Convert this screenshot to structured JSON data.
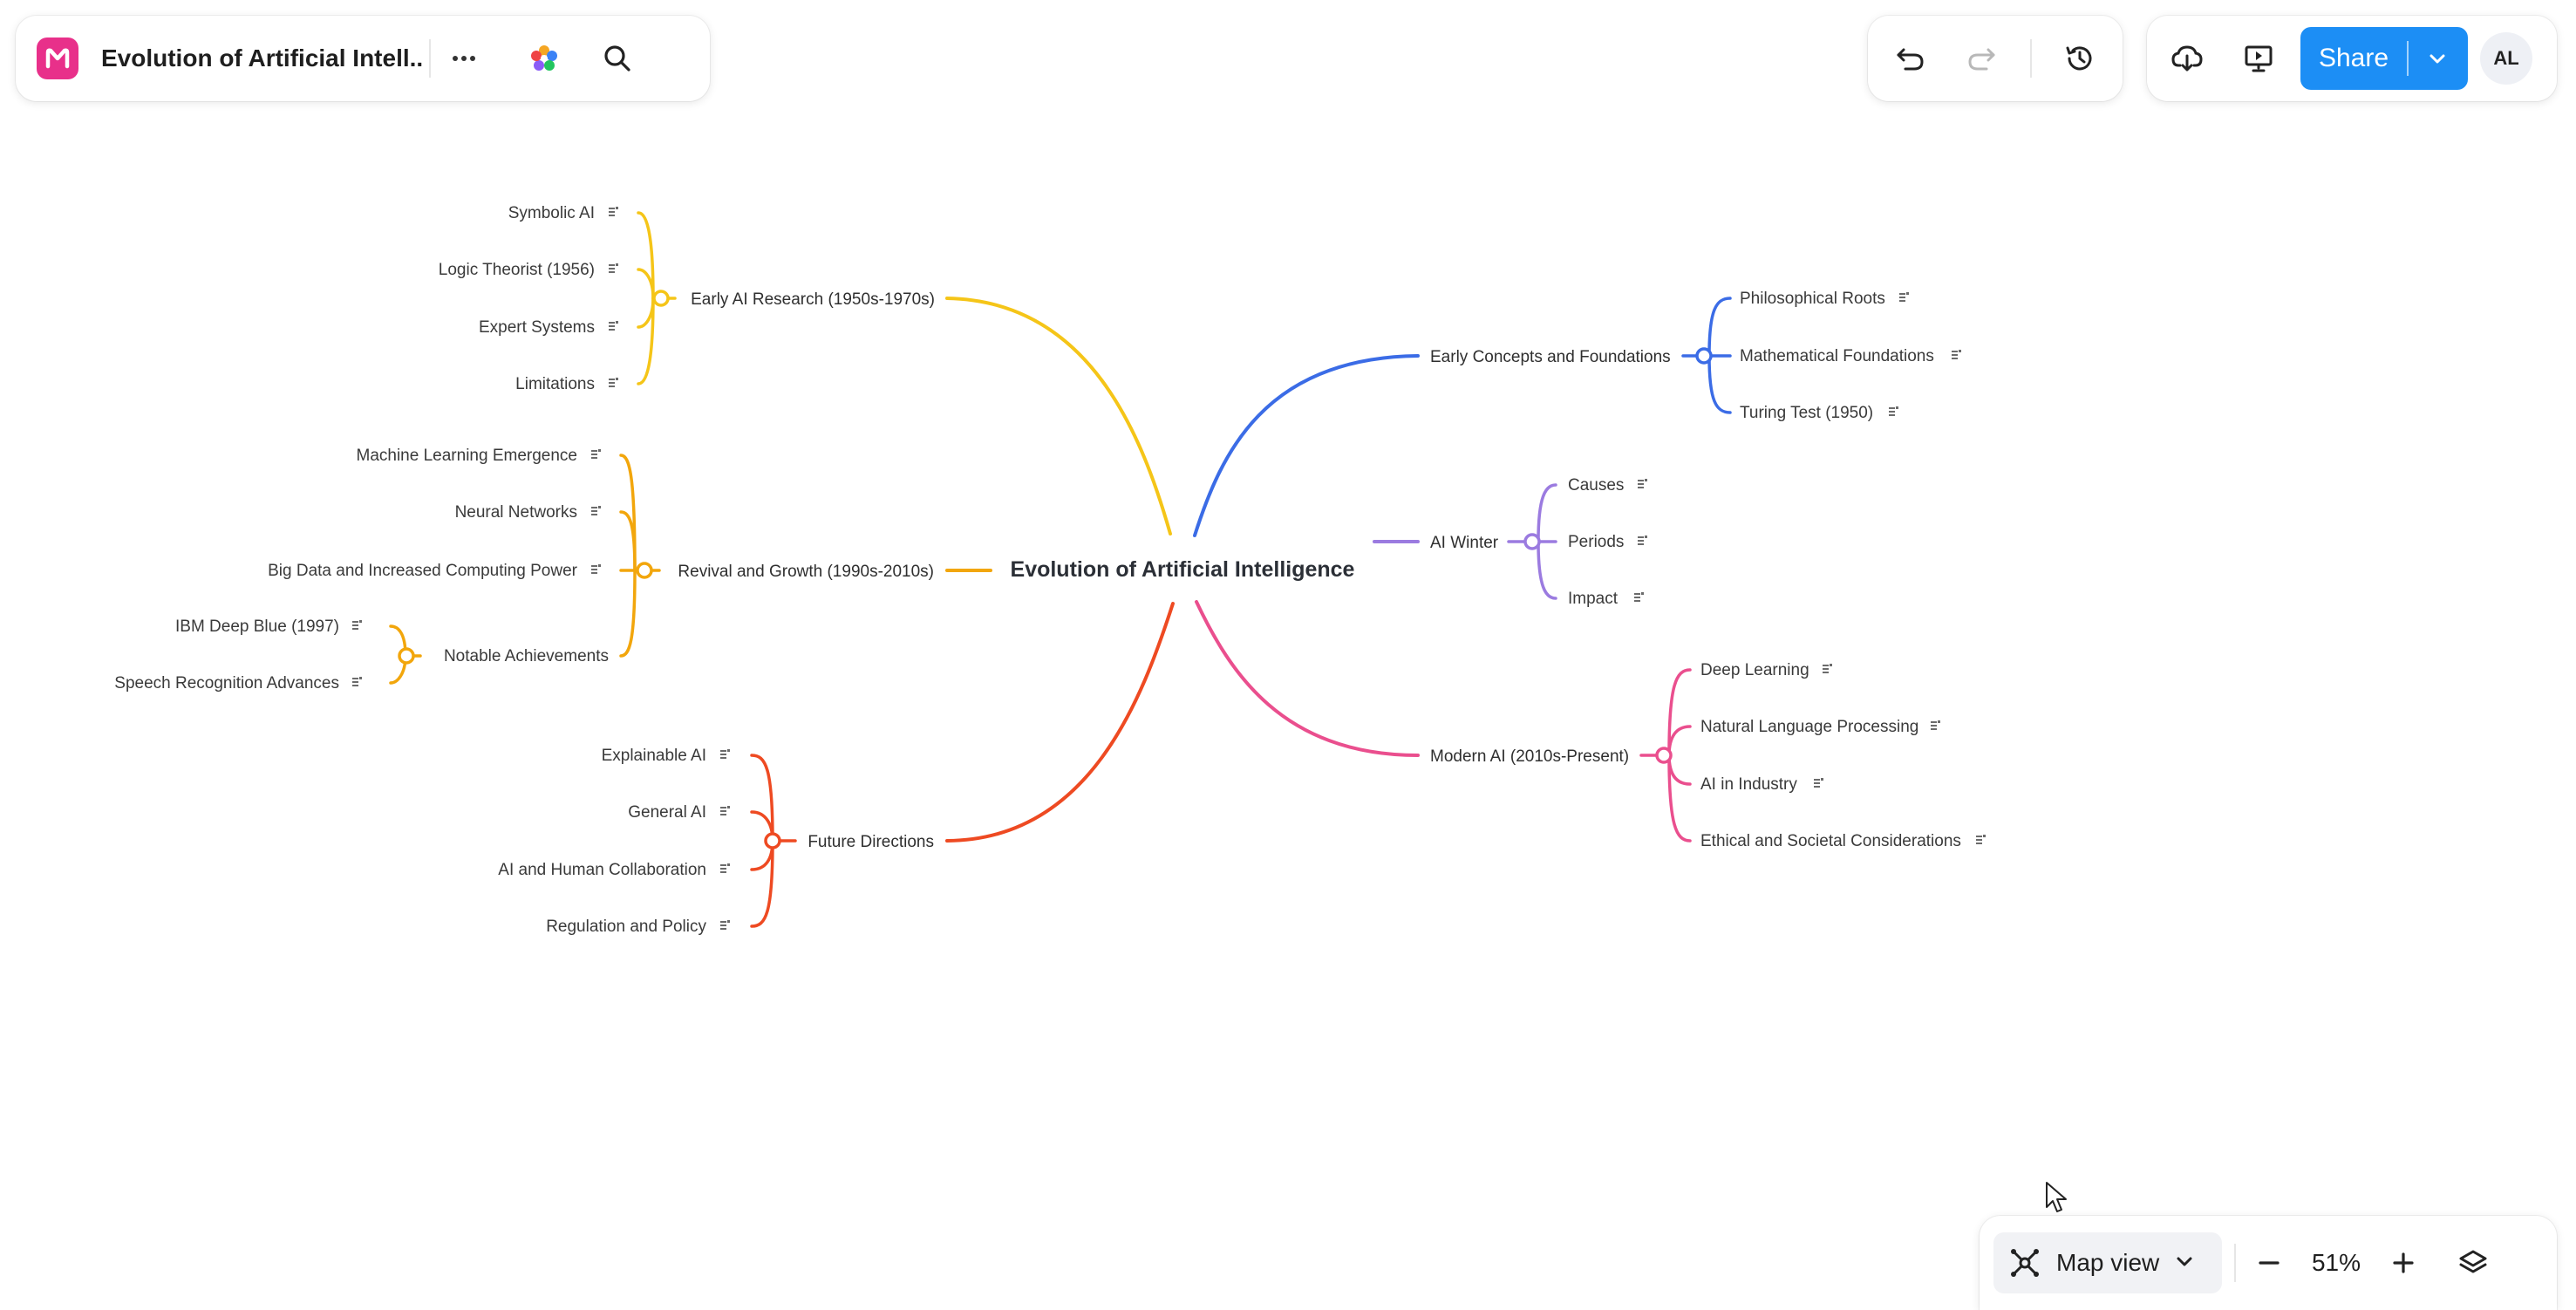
{
  "header": {
    "title": "Evolution of Artificial Intell...",
    "brand_color": "#e8308a"
  },
  "toolbar": {
    "share_label": "Share",
    "avatar_initials": "AL",
    "share_color": "#1c8ef5"
  },
  "bottom_bar": {
    "view_label": "Map view",
    "zoom_level": "51%"
  },
  "mindmap": {
    "root": "Evolution of Artificial Intelligence",
    "branches": [
      {
        "label": "Early AI Research (1950s-1970s)",
        "color": "#f5c518",
        "children": [
          "Symbolic AI",
          "Logic Theorist (1956)",
          "Expert Systems",
          "Limitations"
        ]
      },
      {
        "label": "Revival and Growth (1990s-2010s)",
        "color": "#f2a60c",
        "children": [
          "Machine Learning Emergence",
          "Neural Networks",
          "Big Data and Increased Computing Power",
          "Notable Achievements"
        ],
        "subchildren": [
          "IBM Deep Blue (1997)",
          "Speech Recognition Advances"
        ]
      },
      {
        "label": "Future Directions",
        "color": "#ee4a22",
        "children": [
          "Explainable AI",
          "General AI",
          "AI and Human Collaboration",
          "Regulation and Policy"
        ]
      },
      {
        "label": "Early Concepts and Foundations",
        "color": "#3b6ce6",
        "children": [
          "Philosophical Roots",
          "Mathematical Foundations",
          "Turing Test (1950)"
        ]
      },
      {
        "label": "AI Winter",
        "color": "#9b7be0",
        "children": [
          "Causes",
          "Periods",
          "Impact"
        ]
      },
      {
        "label": "Modern AI (2010s-Present)",
        "color": "#ea4f8e",
        "children": [
          "Deep Learning",
          "Natural Language Processing",
          "AI in Industry",
          "Ethical and Societal Considerations"
        ]
      }
    ]
  }
}
